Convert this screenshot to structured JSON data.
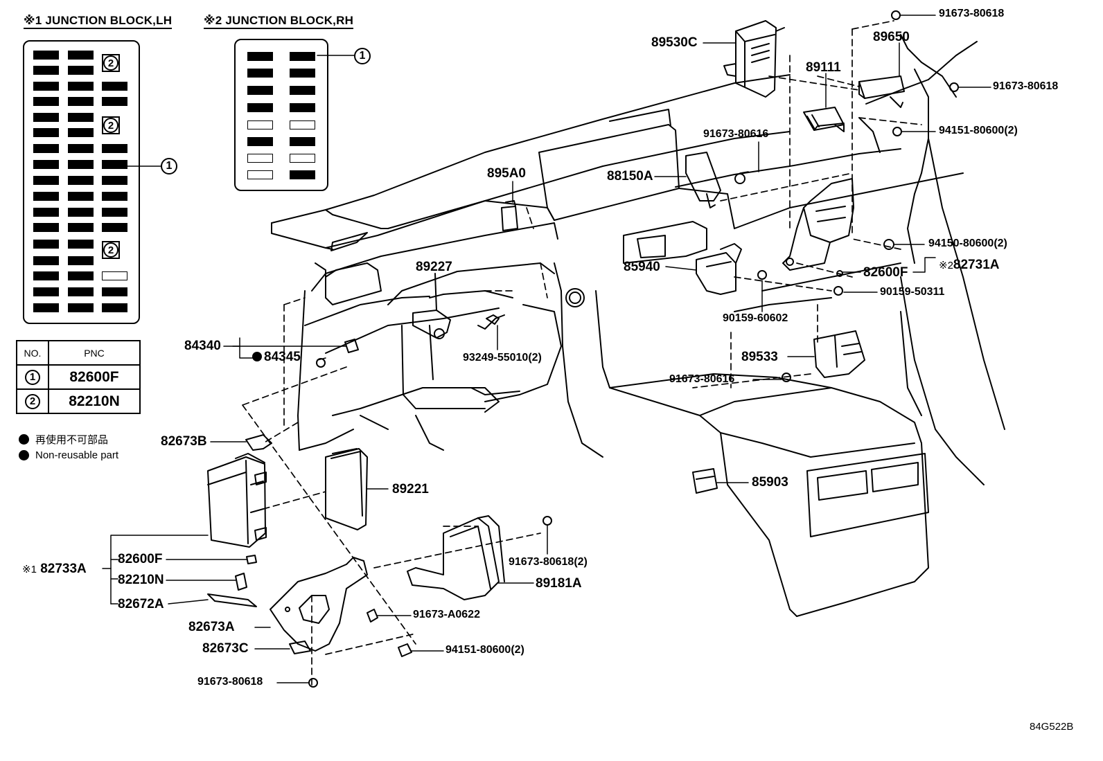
{
  "headers": {
    "lh": {
      "mark": "※1",
      "text": "JUNCTION BLOCK,LH"
    },
    "rh": {
      "mark": "※2",
      "text": "JUNCTION BLOCK,RH"
    }
  },
  "lh_block": {
    "callout": "1",
    "markers": [
      "2",
      "2",
      "2"
    ]
  },
  "rh_block": {
    "callout": "1"
  },
  "pnc_table": {
    "headers": [
      "NO.",
      "PNC"
    ],
    "rows": [
      {
        "no": "1",
        "pnc": "82600F"
      },
      {
        "no": "2",
        "pnc": "82210N"
      }
    ]
  },
  "legend": [
    {
      "text": "再使用不可部品"
    },
    {
      "text": "Non-reusable part"
    }
  ],
  "parts": {
    "p89530C": "89530C",
    "p91673_80618_a": "91673-80618",
    "p89650": "89650",
    "p89111": "89111",
    "p91673_80618_b": "91673-80618",
    "p94151_80600_a": "94151-80600(2)",
    "p91673_80616_a": "91673-80616",
    "p88150A": "88150A",
    "p895A0": "895A0",
    "p89227": "89227",
    "p85940": "85940",
    "p94150_80600": "94150-80600(2)",
    "p82600F_r": "82600F",
    "p82731A_mark": "※2",
    "p82731A": "82731A",
    "p90159_50311": "90159-50311",
    "p84340": "84340",
    "p84345": "84345",
    "p93249_55010": "93249-55010(2)",
    "p90159_60602": "90159-60602",
    "p89533": "89533",
    "p91673_80616_b": "91673-80616",
    "p82673B": "82673B",
    "p89221": "89221",
    "p85903": "85903",
    "p91673_80618_c": "91673-80618(2)",
    "p82733A_mark": "※1",
    "p82733A": "82733A",
    "p82600F_l": "82600F",
    "p82210N": "82210N",
    "p82672A": "82672A",
    "p89181A": "89181A",
    "p91673_A0622": "91673-A0622",
    "p82673A": "82673A",
    "p82673C": "82673C",
    "p94151_80600_b": "94151-80600(2)",
    "p91673_80618_d": "91673-80618"
  },
  "diagram_code": "84G522B"
}
